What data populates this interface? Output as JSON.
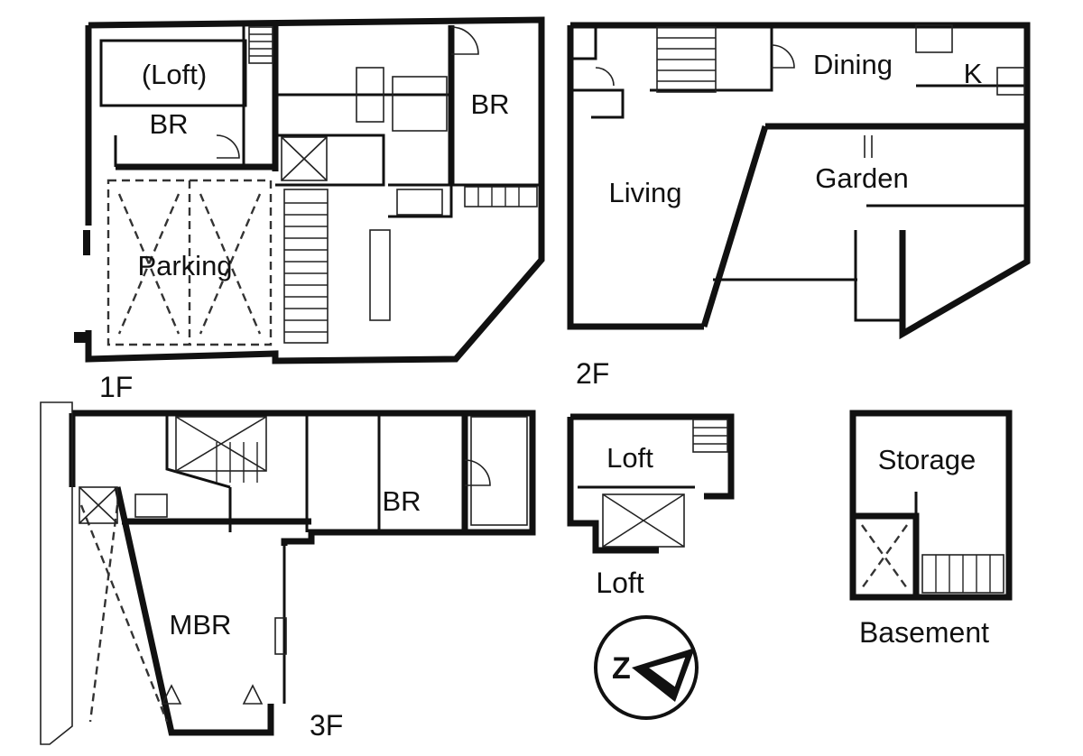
{
  "floors": {
    "f1": {
      "label": "1F",
      "rooms": {
        "loft": "(Loft)",
        "br_left": "BR",
        "br_right": "BR",
        "parking": "Parking"
      }
    },
    "f2": {
      "label": "2F",
      "rooms": {
        "dining": "Dining",
        "kitchen": "K",
        "living": "Living",
        "garden": "Garden"
      }
    },
    "f3": {
      "label": "3F",
      "rooms": {
        "br": "BR",
        "mbr": "MBR"
      }
    },
    "loft": {
      "label": "Loft",
      "rooms": {
        "loft": "Loft"
      }
    },
    "basement": {
      "label": "Basement",
      "rooms": {
        "storage": "Storage"
      }
    }
  },
  "compass": {
    "north_letter": "Z",
    "icon": "north-arrow-icon"
  }
}
